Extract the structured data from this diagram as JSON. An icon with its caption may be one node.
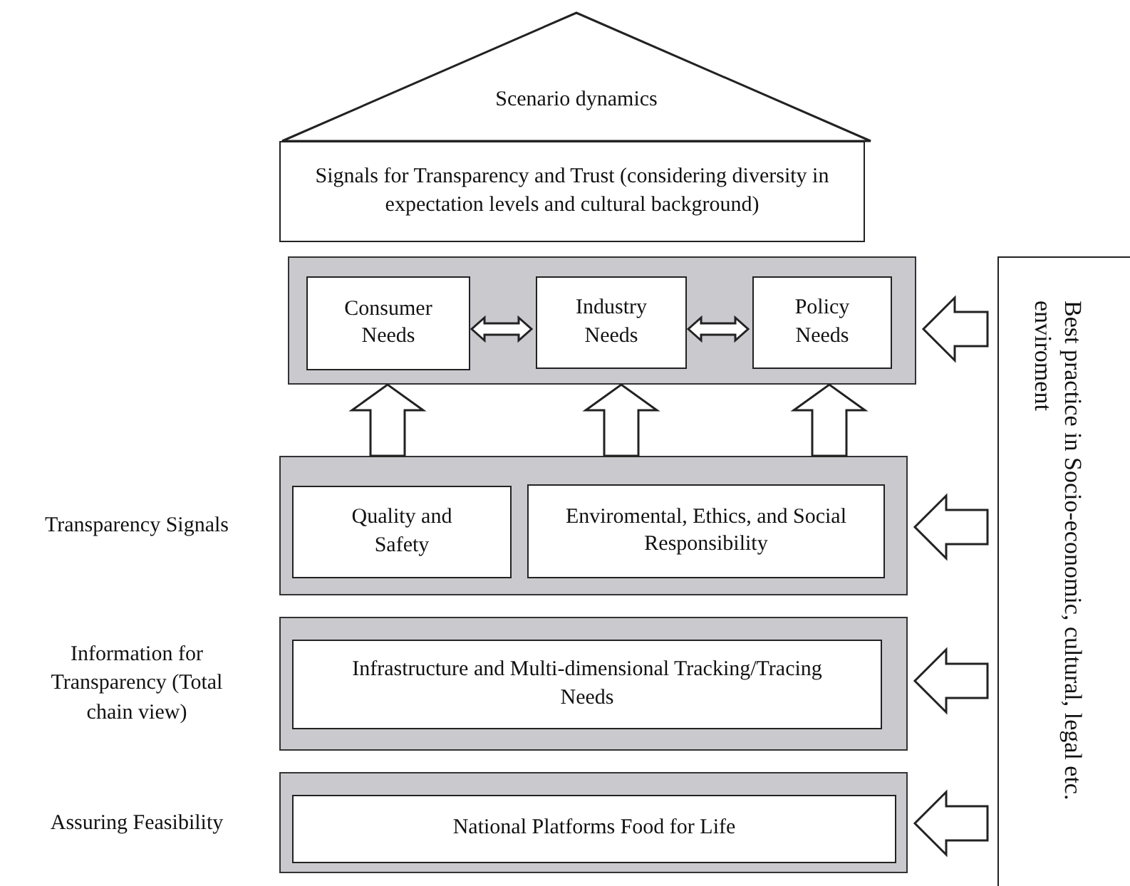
{
  "diagram": {
    "nodes": [
      {
        "text": [
          "Scenario dynamics"
        ]
      },
      {
        "text": [
          "Signals for Transparency and Trust (considering diversity in expectation levels and cultural background)"
        ]
      },
      {
        "text": [],
        "shape": "box"
      },
      {
        "text": [
          "Consumer Needs"
        ],
        "in": 2
      },
      {
        "text": [
          "Industry Needs"
        ],
        "in": 2
      },
      {
        "text": [
          "Policy Needs"
        ],
        "in": 2
      },
      {
        "text": [
          "Transparency Signals"
        ]
      },
      {
        "text": [
          "Quality and Safety"
        ],
        "in": 6
      },
      {
        "text": [
          "Enviromental, Ethics, and Social Responsibility"
        ],
        "in": 6
      },
      {
        "text": [
          "Information for Transparency (Total chain view)"
        ]
      },
      {
        "text": [
          "Infrastructure and Multi-dimensional Tracking/Tracing Needs"
        ],
        "in": 9
      },
      {
        "text": [
          "Assuring Feasibility"
        ]
      },
      {
        "text": [
          "National Platforms Food for Life"
        ],
        "in": 11
      },
      {
        "text": [
          "Best practice in Socio-economic, cultural, legal etc. enviroment"
        ]
      }
    ],
    "edges": [
      {
        "from": 3,
        "to": 4,
        "arrow": "both"
      },
      {
        "from": 4,
        "to": 5,
        "arrow": "both"
      },
      {
        "from": 6,
        "to": 2,
        "arrow": "to"
      },
      {
        "from": 6,
        "to": 2,
        "arrow": "to"
      },
      {
        "from": 6,
        "to": 2,
        "arrow": "to"
      },
      {
        "from": 13,
        "to": 2,
        "arrow": "to"
      },
      {
        "from": 13,
        "to": 6,
        "arrow": "to"
      },
      {
        "from": 13,
        "to": 9,
        "arrow": "to"
      },
      {
        "from": 13,
        "to": 11,
        "arrow": "to"
      }
    ]
  }
}
